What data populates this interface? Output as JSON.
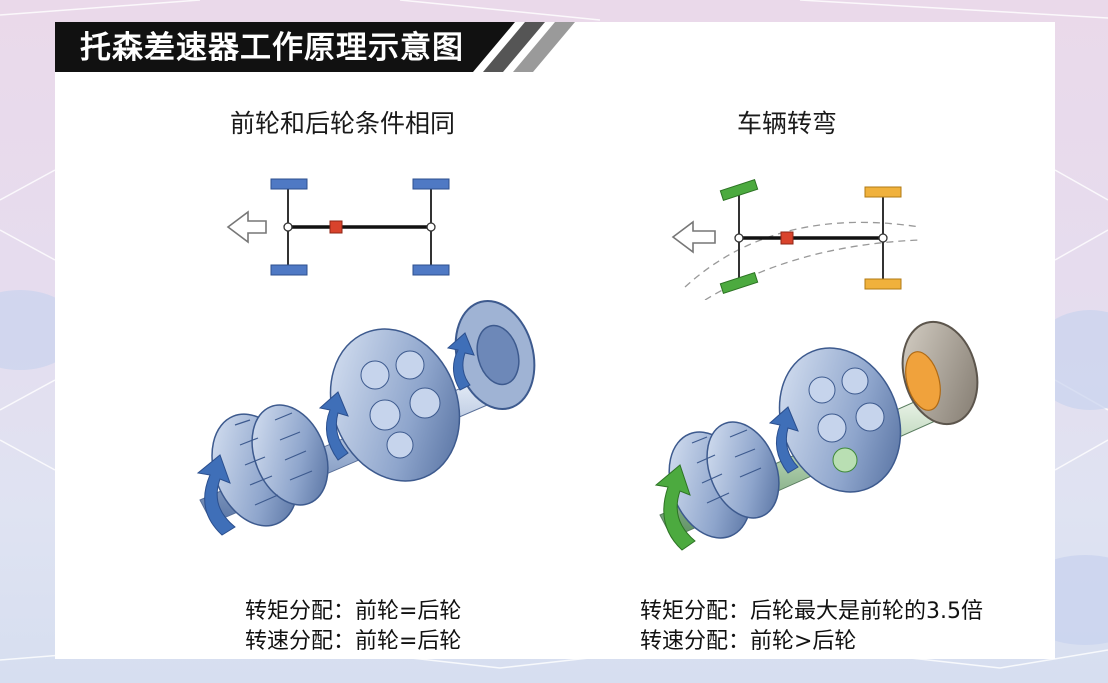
{
  "title": "托森差速器工作原理示意图",
  "left": {
    "heading": "前轮和后轮条件相同",
    "captions": [
      "转矩分配：前轮=后轮",
      "转速分配：前轮=后轮"
    ]
  },
  "right": {
    "heading": "车辆转弯",
    "captions": [
      "转矩分配：后轮最大是前轮的3.5倍",
      "转速分配：前轮>后轮"
    ]
  },
  "colors": {
    "title_bg": "#111111",
    "wheel_blue": "#4f79c4",
    "wheel_green": "#4caa3f",
    "wheel_orange": "#f0b13c",
    "center_red": "#d9432c",
    "gear_blue": "#3f6fb8"
  }
}
